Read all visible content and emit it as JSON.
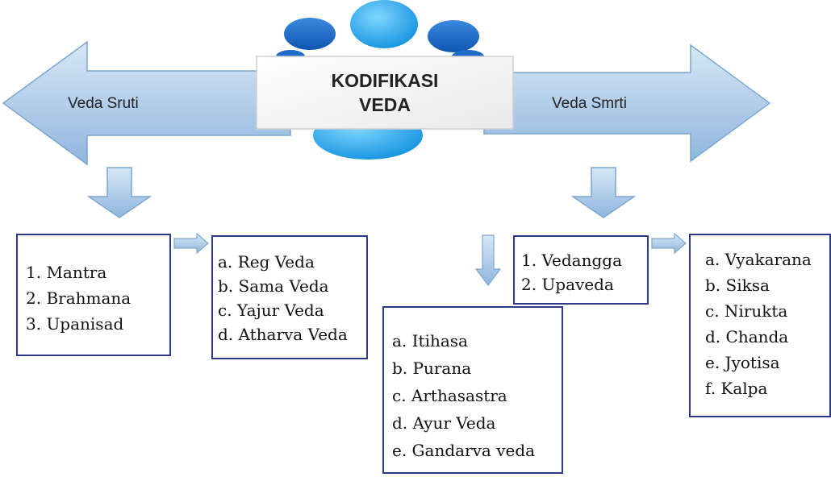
{
  "center": {
    "title_line1": "KODIFIKASI",
    "title_line2": "VEDA"
  },
  "left_arrow": {
    "label": "Veda Sruti"
  },
  "right_arrow": {
    "label": "Veda Smrti"
  },
  "sruti_box": {
    "items": [
      "1. Mantra",
      "2. Brahmana",
      "3. Upanisad"
    ]
  },
  "mantra_box": {
    "items": [
      "a. Reg Veda",
      "b. Sama Veda",
      "c. Yajur Veda",
      "d. Atharva Veda"
    ]
  },
  "smrti_box": {
    "items": [
      "1. Vedangga",
      "2. Upaveda"
    ]
  },
  "upaveda_box": {
    "items": [
      "a. Itihasa",
      "b. Purana",
      "c. Arthasastra",
      "d. Ayur Veda",
      "e. Gandarva veda"
    ]
  },
  "vedangga_box": {
    "items": [
      "a. Vyakarana",
      "b. Siksa",
      "c. Nirukta",
      "d. Chanda",
      "e. Jyotisa",
      "f. Kalpa"
    ]
  },
  "colors": {
    "arrow_fill": "#a9c8e6",
    "arrow_stroke": "#7fa6cc",
    "box_border": "#2b3a8c",
    "people_blue": "#1e6cc8",
    "people_light": "#5cc3f0"
  }
}
